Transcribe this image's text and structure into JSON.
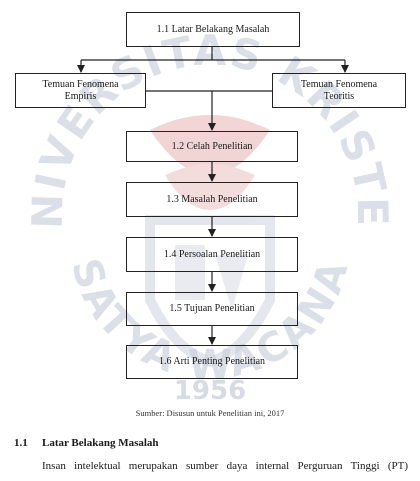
{
  "diagram": {
    "top_box": "1.1 Latar Belakang Masalah",
    "left_box": [
      "Temuan Fenomena",
      "Empiris"
    ],
    "right_box": [
      "Temuan Fenomena",
      "Teoritis"
    ],
    "flow_boxes": [
      "1.2 Celah Penelitian",
      "1.3 Masalah Penelitian",
      "1.4 Persoalan Penelitian",
      "1.5 Tujuan Penelitian",
      "1.6 Arti Penting Penelitian"
    ]
  },
  "watermark": {
    "text_top": "UNIVERSITAS KRISTEN",
    "text_bottom": "SATYA WACANA",
    "year": "1956",
    "color": "#c9cfdc",
    "accent_color": "#e3a7a7"
  },
  "caption": "Sumber: Disusun untuk Penelitian ini, 2017",
  "section": {
    "number": "1.1",
    "title": "Latar Belakang Masalah",
    "paragraph": "Insan intelektual merupakan sumber daya internal Perguruan Tinggi (PT)"
  }
}
